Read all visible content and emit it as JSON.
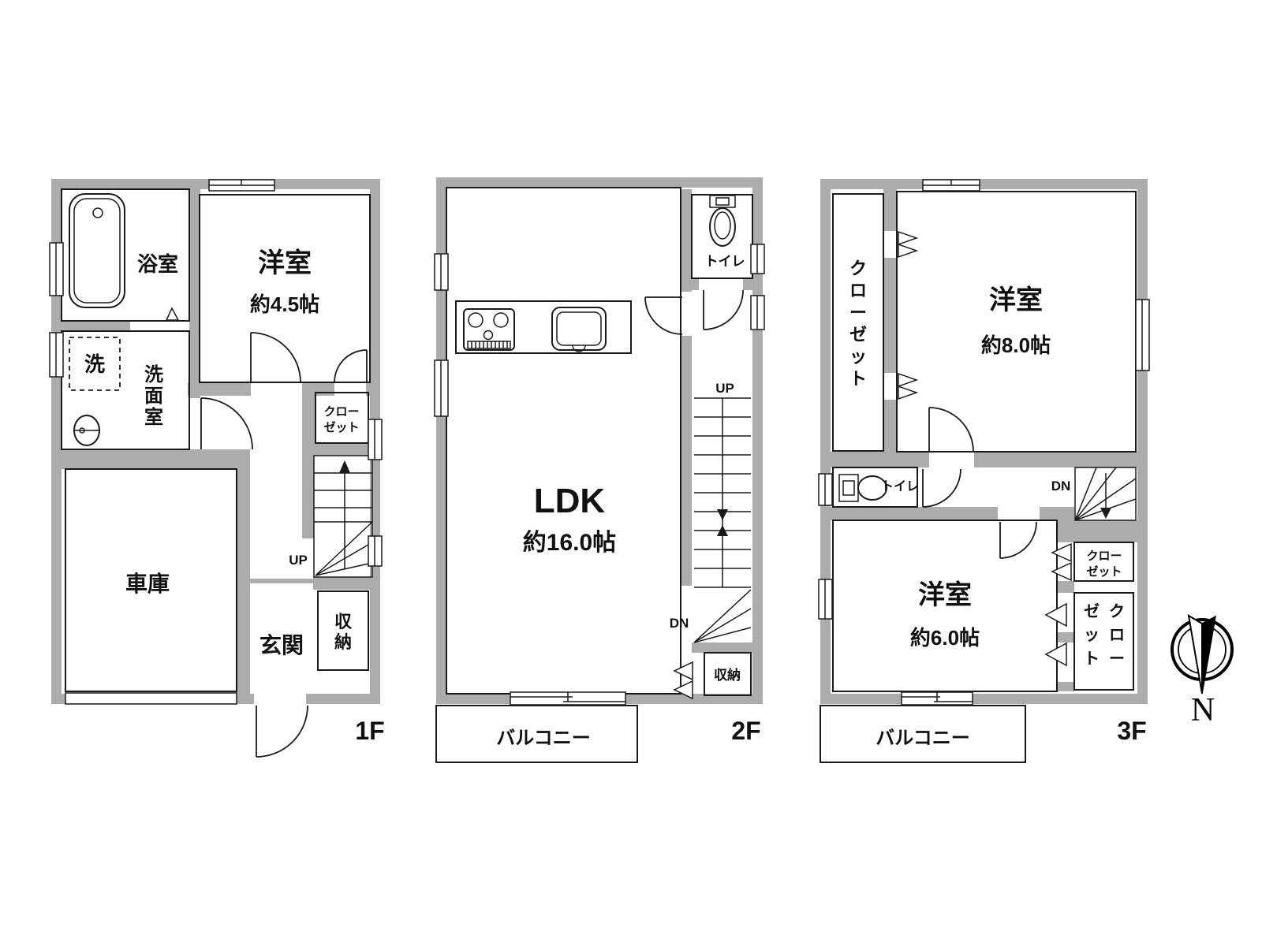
{
  "colors": {
    "wall": "#acacac",
    "room_cream": "#fbf2de",
    "wet_blue": "#dcebf7",
    "closet_tan": "#ddd0a5",
    "line": "#1a1a1a"
  },
  "floor1": {
    "label": "1F",
    "bath": "浴室",
    "laundry": "洗",
    "washroom": "洗面室",
    "western_room": "洋室",
    "western_room_size": "約4.5帖",
    "closet_line1": "クロー",
    "closet_line2": "ゼット",
    "garage": "車庫",
    "entrance": "玄関",
    "storage": "収納",
    "up": "UP"
  },
  "floor2": {
    "label": "2F",
    "ldk": "LDK",
    "ldk_size": "約16.0帖",
    "toilet": "トイレ",
    "up": "UP",
    "down": "DN",
    "storage": "収納",
    "balcony": "バルコニー"
  },
  "floor3": {
    "label": "3F",
    "closet_left": "クローゼット",
    "western_room_8": "洋室",
    "western_room_8_size": "約8.0帖",
    "toilet": "トイレ",
    "down": "DN",
    "western_room_6": "洋室",
    "western_room_6_size": "約6.0帖",
    "closet_small_line1": "クロー",
    "closet_small_line2": "ゼット",
    "closet_tall_col1": "クロー",
    "closet_tall_col2": "ゼット",
    "balcony": "バルコニー"
  },
  "compass": {
    "north": "N"
  }
}
